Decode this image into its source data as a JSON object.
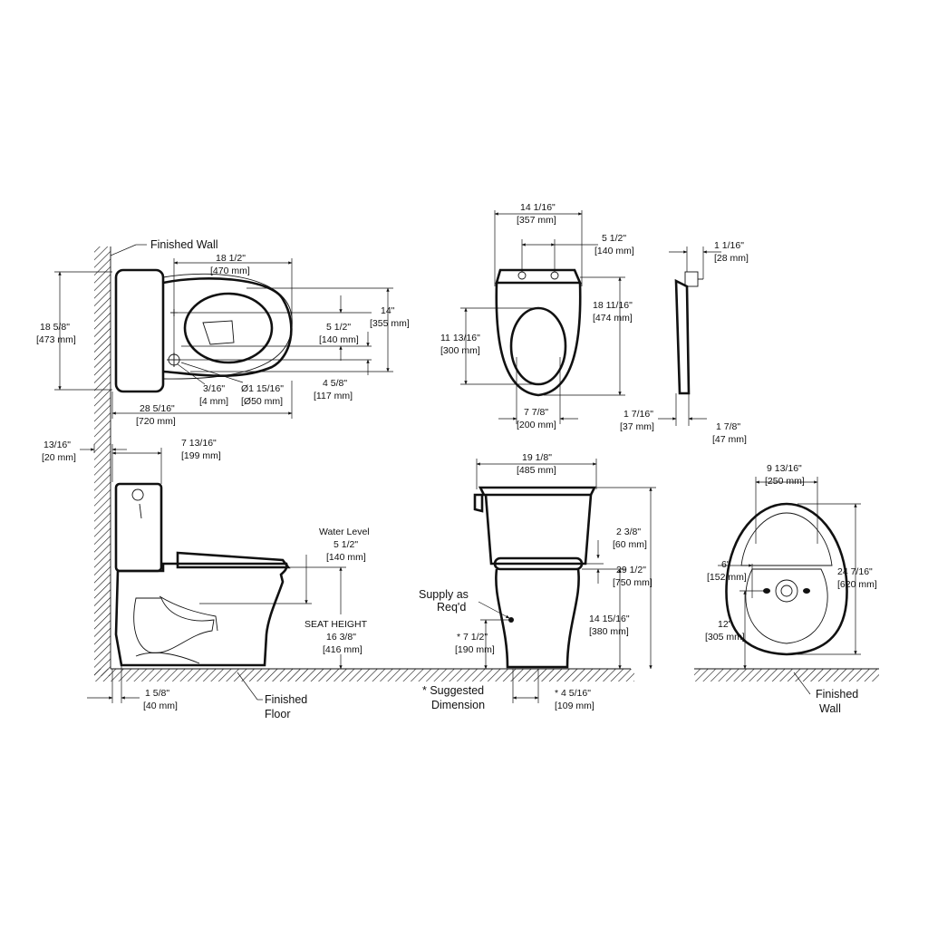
{
  "labels": {
    "finished_wall_top": "Finished Wall",
    "finished_floor_a": "Finished",
    "finished_floor_b": "Floor",
    "water_level": "Water Level",
    "seat_height": "SEAT HEIGHT",
    "supply_a": "Supply as",
    "supply_b": "Req'd",
    "suggested_a": "* Suggested",
    "suggested_b": "Dimension",
    "finished_wall_br_a": "Finished",
    "finished_wall_br_b": "Wall"
  },
  "dims": {
    "d_18_5_8": [
      "18 5/8\"",
      "[473 mm]"
    ],
    "d_18_1_2": [
      "18 1/2\"",
      "[470 mm]"
    ],
    "d_14": [
      "14\"",
      "[355 mm]"
    ],
    "d_5_1_2_top": [
      "5 1/2\"",
      "[140 mm]"
    ],
    "d_4_5_8": [
      "4 5/8\"",
      "[117 mm]"
    ],
    "d_3_16": [
      "3/16\"",
      "[4 mm]"
    ],
    "d_phi": [
      "Ø1 15/16\"",
      "[Ø50 mm]"
    ],
    "d_28_5_16": [
      "28 5/16\"",
      "[720 mm]"
    ],
    "d_14_1_16": [
      "14 1/16\"",
      "[357 mm]"
    ],
    "d_5_1_2_seat": [
      "5 1/2\"",
      "[140 mm]"
    ],
    "d_18_11_16": [
      "18 11/16\"",
      "[474 mm]"
    ],
    "d_11_13_16": [
      "11 13/16\"",
      "[300 mm]"
    ],
    "d_7_7_8": [
      "7 7/8\"",
      "[200 mm]"
    ],
    "d_1_1_16": [
      "1 1/16\"",
      "[28 mm]"
    ],
    "d_1_7_16": [
      "1 7/16\"",
      "[37 mm]"
    ],
    "d_1_7_8": [
      "1 7/8\"",
      "[47 mm]"
    ],
    "d_13_16": [
      "13/16\"",
      "[20 mm]"
    ],
    "d_7_13_16": [
      "7 13/16\"",
      "[199 mm]"
    ],
    "d_5_1_2_water": [
      "5 1/2\"",
      "[140 mm]"
    ],
    "d_16_3_8": [
      "16 3/8\"",
      "[416 mm]"
    ],
    "d_1_5_8": [
      "1 5/8\"",
      "[40 mm]"
    ],
    "d_19_1_8": [
      "19 1/8\"",
      "[485 mm]"
    ],
    "d_2_3_8": [
      "2 3/8\"",
      "[60 mm]"
    ],
    "d_29_1_2": [
      "29 1/2\"",
      "[750 mm]"
    ],
    "d_14_15_16": [
      "14 15/16\"",
      "[380 mm]"
    ],
    "d_7_1_2": [
      "* 7 1/2\"",
      "[190 mm]"
    ],
    "d_4_5_16": [
      "* 4 5/16\"",
      "[109 mm]"
    ],
    "d_9_13_16": [
      "9 13/16\"",
      "[250 mm]"
    ],
    "d_24_7_16": [
      "24 7/16\"",
      "[620 mm]"
    ],
    "d_6": [
      "6\"",
      "[152 mm]"
    ],
    "d_12": [
      "12\"",
      "[305 mm]"
    ]
  }
}
